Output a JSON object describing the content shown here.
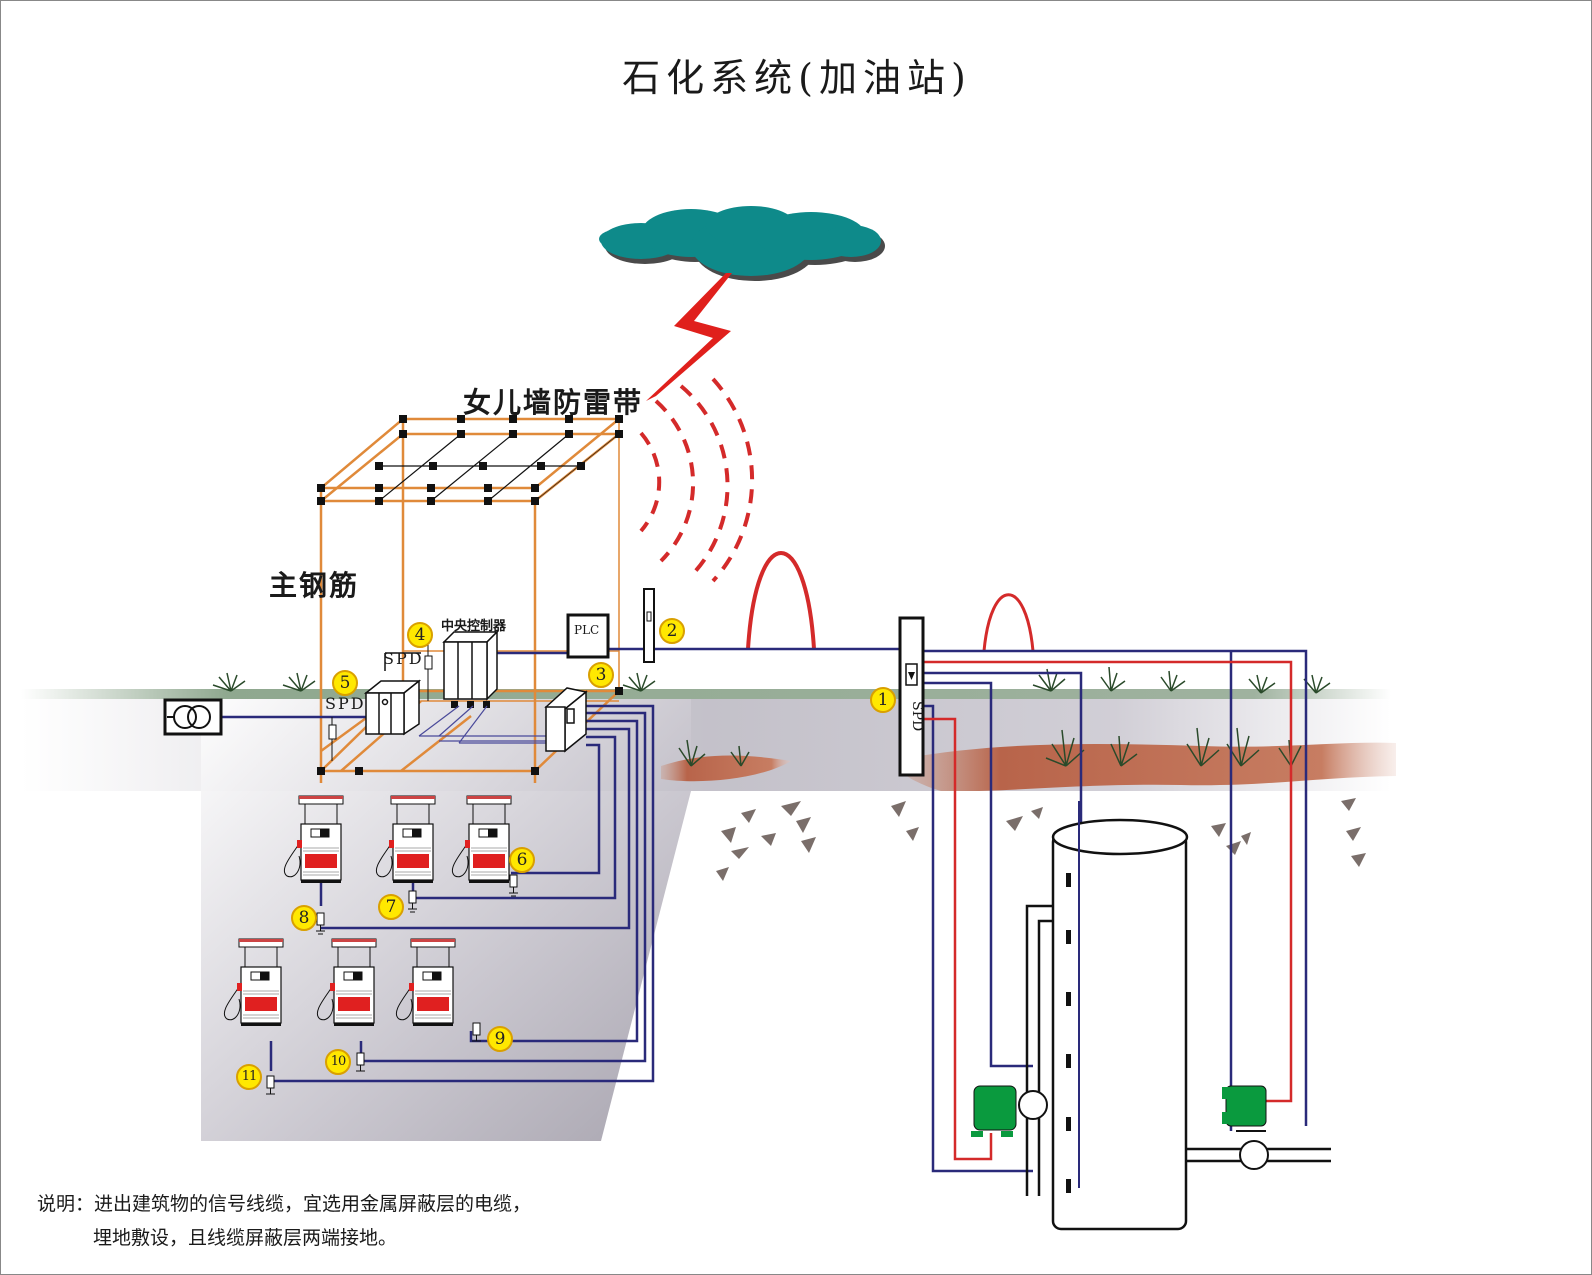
{
  "title": "石化系统(加油站)",
  "labels": {
    "parapet_lightning_strip": "女儿墙防雷带",
    "main_rebar": "主钢筋",
    "central_controller": "中央控制器",
    "plc": "PLC",
    "spd": "SPD"
  },
  "badges": [
    "1",
    "2",
    "3",
    "4",
    "5",
    "6",
    "7",
    "8",
    "9",
    "10",
    "11"
  ],
  "note": {
    "line1": "说明：进出建筑物的信号线缆，宜选用金属屏蔽层的电缆，",
    "line2": "埋地敷设，且线缆屏蔽层两端接地。"
  },
  "colors": {
    "cloud": "#0e8a8a",
    "lightning": "#e0201c",
    "rebar": "#e08a3a",
    "signal_cable": "#2a2a7a",
    "power_cable": "#d42a2a",
    "badge": "#ffe800",
    "pump_motor": "#0a9a3e",
    "dispenser_red": "#e02020"
  },
  "icons": {
    "transformer": "transformer-icon",
    "cloud": "storm-cloud-icon",
    "lightning": "lightning-bolt-icon",
    "fuel_dispenser": "fuel-dispenser-icon",
    "storage_tank": "fuel-tank-icon",
    "pump": "pump-motor-icon",
    "ground": "ground-symbol-icon"
  }
}
